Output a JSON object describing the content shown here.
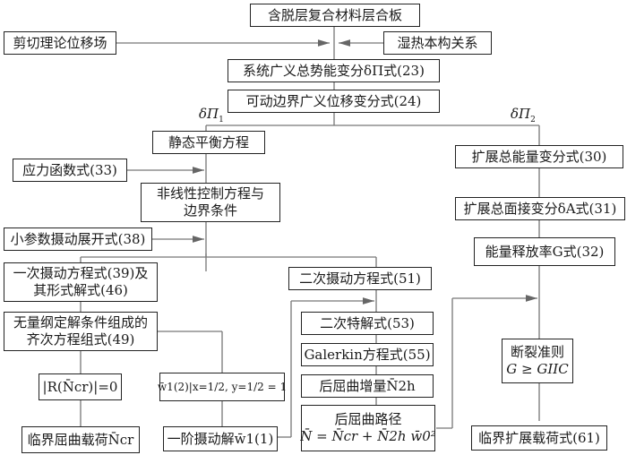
{
  "diagram": {
    "title_box": "含脱层复合材料层合板",
    "left_input": "剪切理论位移场",
    "right_input": "湿热本构关系",
    "variation": "系统广义总势能变分δΠ式(23)",
    "boundary_variation": "可动边界广义位移变分式(24)",
    "branch_left_label": "δΠ",
    "branch_left_sub": "1",
    "branch_right_label": "δΠ",
    "branch_right_sub": "2",
    "left": {
      "static_eq": "静态平衡方程",
      "stress_fn": "应力函数式(33)",
      "nonlinear_line1": "非线性控制方程与",
      "nonlinear_line2": "边界条件",
      "small_param": "小参数摄动展开式(38)",
      "first_order_line1": "一次摄动方程式(39)及",
      "first_order_line2": "其形式解式(46)",
      "homog_line1": "无量纲定解条件组成的",
      "homog_line2": "齐次方程组式(49)",
      "det_eq": "|R(N̄cr)|=0",
      "critical_load": "临界屈曲载荷N̄cr",
      "norm_cond": "w̄1(2)|x=1/2, y=1/2 = 1",
      "first_solution": "一阶摄动解w̄1(1)",
      "second_order": "二次摄动方程式(51)",
      "second_particular": "二次特解式(53)",
      "galerkin": "Galerkin方程式(55)",
      "postbuckling_inc": "后屈曲增量N̄2h",
      "path_line1": "后屈曲路径",
      "path_line2": "N̄ = N̄cr + N̄2h w̄0²"
    },
    "right": {
      "extended_energy": "扩展总能量变分式(30)",
      "extended_area": "扩展总面接变分δA式(31)",
      "energy_release": "能量释放率G式(32)",
      "fracture_line1": "断裂准则",
      "fracture_line2": "G ≥ GIIC",
      "critical_ext_load": "临界扩展载荷式(61)"
    }
  }
}
